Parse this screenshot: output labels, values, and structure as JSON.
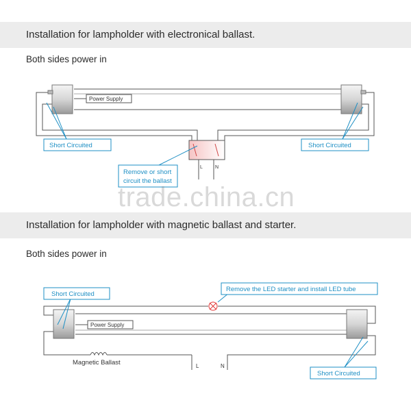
{
  "section1": {
    "title": "Installation for lampholder with electronical ballast.",
    "subtitle": "Both sides power in",
    "power_supply": "Power Supply",
    "short_left": "Short Circuited",
    "short_right": "Short Circuited",
    "remove_line1": "Remove or short",
    "remove_line2": "circuit the ballast",
    "label_L": "L",
    "label_N": "N"
  },
  "section2": {
    "title": "Installation for lampholder with magnetic  ballast and starter.",
    "subtitle": "Both sides power in",
    "short_top": "Short Circuited",
    "starter_note": "Remove the LED starter and install LED tube",
    "power_supply": "Power Supply",
    "ballast": "Magnetic Ballast",
    "label_L": "L",
    "label_N": "N",
    "short_bottom": "Short Circuited"
  },
  "watermark": "trade.china.cn",
  "colors": {
    "band": "#ececec",
    "label_text": "#1e8fc4",
    "wire": "#555555",
    "starter": "#e23a3a"
  }
}
